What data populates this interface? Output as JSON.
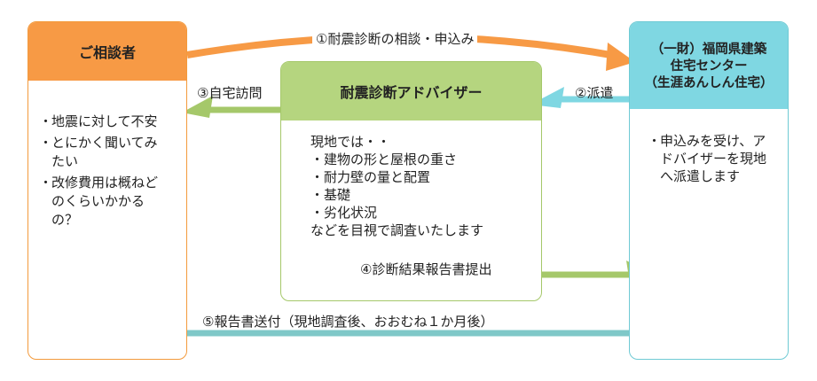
{
  "consultant": {
    "title": "ご相談者",
    "concerns": [
      {
        "bullet": "・",
        "text": "地震に対して不安"
      },
      {
        "bullet": "・",
        "text": "とにかく聞いてみたい"
      },
      {
        "bullet": "・",
        "text": "改修費用は概ねどのくらいかかるの？"
      }
    ]
  },
  "advisor": {
    "title": "耐震診断アドバイザー",
    "intro": "現地では・・",
    "items": [
      "・建物の形と屋根の重さ",
      "・耐力壁の量と配置",
      "・基礎",
      "・劣化状況"
    ],
    "outro": "などを目視で調査いたします"
  },
  "center": {
    "title_line1": "（一財）福岡県建築",
    "title_line2": "住宅センター",
    "title_line3": "（生涯あんしん住宅）",
    "bullet": "・",
    "text": "申込みを受け、アドバイザーを現地へ派遣します"
  },
  "steps": {
    "step1": "①耐震診断の相談・申込み",
    "step2": "②派遣",
    "step3": "③自宅訪問",
    "step4": "④診断結果報告書提出",
    "step5": "⑤報告書送付（現地調査後、おおむね１か月後）"
  },
  "colors": {
    "orange": "#f79a45",
    "green": "#a5c86a",
    "cyan": "#7fd7e2"
  }
}
